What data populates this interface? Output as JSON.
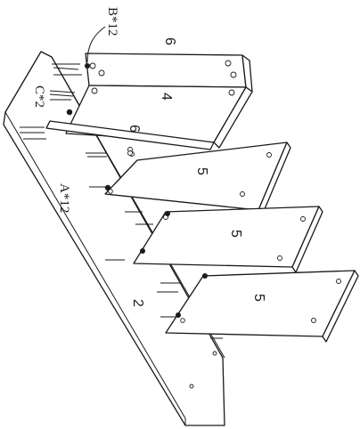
{
  "diagram": {
    "labels": {
      "screw_b": "B*12",
      "screw_c": "C*2",
      "screw_a": "A*12"
    },
    "parts": {
      "top_panel": "6",
      "back_panel": "4",
      "front_panel": "6",
      "shelf_1": "5",
      "shelf_2": "5",
      "shelf_3": "5",
      "side_panel": "2"
    },
    "colors": {
      "line": "#1a1a1a",
      "background": "#ffffff"
    }
  }
}
